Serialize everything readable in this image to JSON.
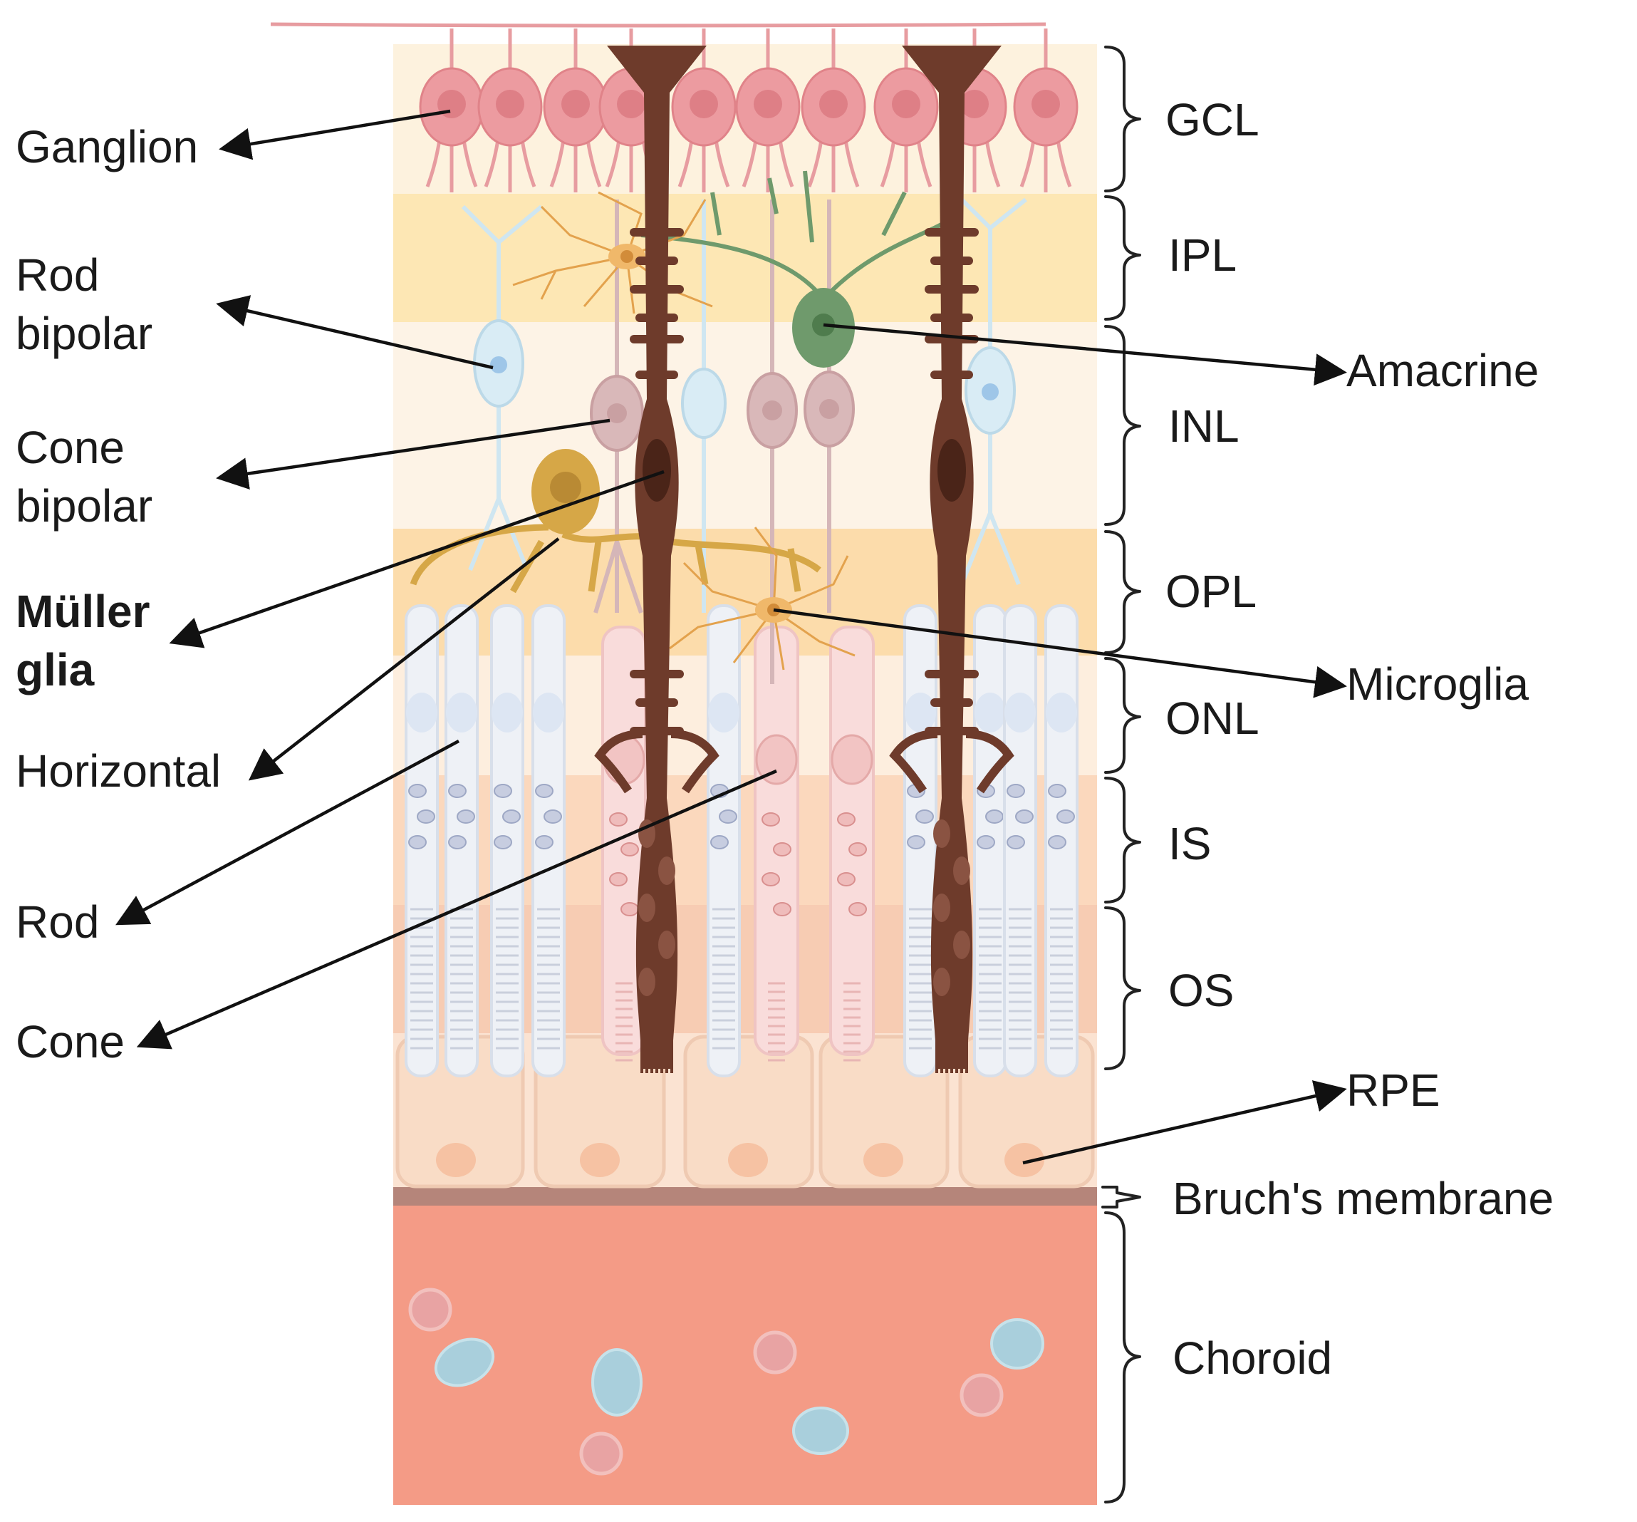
{
  "colors": {
    "gcl": "#fdf2de",
    "ipl": "#fde7b4",
    "inl": "#fdf3e6",
    "opl": "#fcdcab",
    "onl": "#fdeede",
    "is": "#fbd8bd",
    "os": "#f7ccb3",
    "rpe": "#fbe3d2",
    "bruch": "#b5857a",
    "choroid": "#f49b86",
    "ganglion": "#ec9ba0",
    "muller": "#6e3b2b",
    "amacrine": "#6f9a6c",
    "horizontal": "#d6a747",
    "microglia": "#e8a85a",
    "rod": "#e7ecf3",
    "cone": "#f4c8c6",
    "bipolar": "#cfe6f1",
    "vessel": "#a9cfdc"
  },
  "icons": [
    "ganglion-cell",
    "muller-glia-cell",
    "amacrine-cell",
    "horizontal-cell",
    "microglia-cell",
    "rod-cell",
    "cone-cell",
    "rod-bipolar-cell",
    "cone-bipolar-cell",
    "rpe-cell",
    "blood-vessel"
  ],
  "left_labels": {
    "ganglion": "Ganglion",
    "rod_bipolar_1": "Rod",
    "rod_bipolar_2": "bipolar",
    "cone_bipolar_1": "Cone",
    "cone_bipolar_2": "bipolar",
    "muller_1": "Müller",
    "muller_2": "glia",
    "horizontal": "Horizontal",
    "rod": "Rod",
    "cone": "Cone"
  },
  "right_labels": {
    "amacrine": "Amacrine",
    "microglia": "Microglia",
    "rpe": "RPE"
  },
  "layers": {
    "gcl": "GCL",
    "ipl": "IPL",
    "inl": "INL",
    "opl": "OPL",
    "onl": "ONL",
    "is": "IS",
    "os": "OS",
    "bruch": "Bruch's membrane",
    "choroid": "Choroid"
  }
}
